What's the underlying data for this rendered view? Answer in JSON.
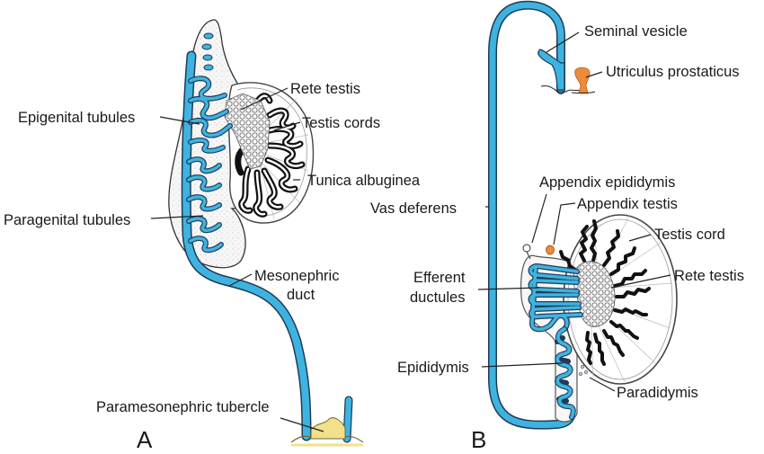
{
  "colors": {
    "duct_blue": "#3fb3e0",
    "duct_outline": "#1f3b57",
    "tubercle_yellow": "#f2e08a",
    "utricle_orange": "#ee8a3c",
    "tissue_fill": "#f6f6f6",
    "cord_black": "#111111"
  },
  "panel_a": {
    "letter": "A",
    "labels": {
      "rete_testis": "Rete testis",
      "epigenital_tubules": "Epigenital tubules",
      "testis_cords": "Testis cords",
      "tunica_albuginea": "Tunica albuginea",
      "paragenital_tubules": "Paragenital tubules",
      "mesonephric_duct_line1": "Mesonephric",
      "mesonephric_duct_line2": "duct",
      "paramesonephric_tubercle": "Paramesonephric tubercle"
    }
  },
  "panel_b": {
    "letter": "B",
    "labels": {
      "seminal_vesicle": "Seminal vesicle",
      "utriculus_prostaticus": "Utriculus prostaticus",
      "appendix_epididymis": "Appendix epididymis",
      "appendix_testis": "Appendix testis",
      "vas_deferens": "Vas deferens",
      "testis_cord": "Testis cord",
      "efferent_ductules_line1": "Efferent",
      "efferent_ductules_line2": "ductules",
      "rete_testis": "Rete testis",
      "epididymis": "Epididymis",
      "paradidymis": "Paradidymis"
    }
  }
}
